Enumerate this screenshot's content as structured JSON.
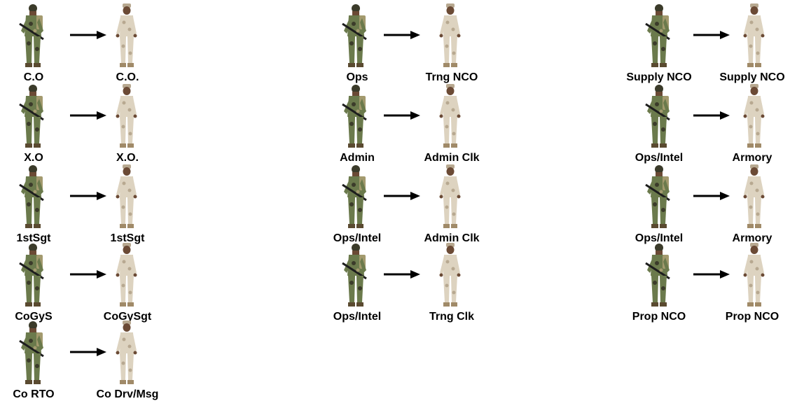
{
  "colors": {
    "camo_base": "#6b7a4c",
    "camo_dark": "#3b3b2a",
    "camo_light": "#a39a6e",
    "desert_base": "#ddd3c0",
    "desert_dark": "#b7a890",
    "skin": "#6b4a35",
    "arrow": "#000000"
  },
  "icons": {
    "combat_figure": "marine-combat-gear-icon",
    "utility_figure": "marine-desert-utility-icon",
    "arrow": "arrow-right-icon"
  },
  "columns": [
    {
      "pairs": [
        {
          "from": "C.O",
          "to": "C.O."
        },
        {
          "from": "X.O",
          "to": "X.O."
        },
        {
          "from": "1stSgt",
          "to": "1stSgt"
        },
        {
          "from": "CoGyS",
          "to": "CoGySgt"
        },
        {
          "from": "Co RTO",
          "to": "Co Drv/Msg"
        }
      ]
    },
    {
      "pairs": [
        {
          "from": "Ops",
          "to": "Trng NCO"
        },
        {
          "from": "Admin",
          "to": "Admin Clk"
        },
        {
          "from": "Ops/Intel",
          "to": "Admin Clk"
        },
        {
          "from": "Ops/Intel",
          "to": "Trng Clk"
        }
      ]
    },
    {
      "pairs": [
        {
          "from": "Supply NCO",
          "to": "Supply NCO"
        },
        {
          "from": "Ops/Intel",
          "to": "Armory"
        },
        {
          "from": "Ops/Intel",
          "to": "Armory"
        },
        {
          "from": "Prop NCO",
          "to": "Prop NCO"
        }
      ]
    }
  ]
}
